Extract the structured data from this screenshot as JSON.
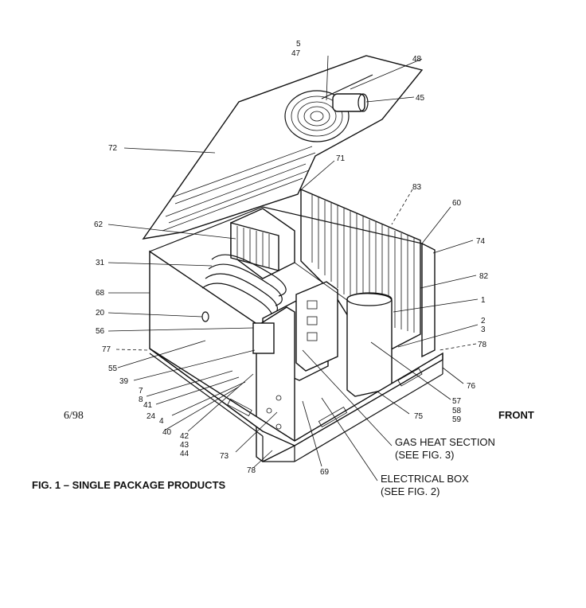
{
  "figure": {
    "caption": "FIG. 1 – SINGLE PACKAGE PRODUCTS",
    "date_code": "6/98",
    "front_label": "FRONT",
    "section_labels": {
      "gas_heat_line1": "GAS HEAT SECTION",
      "gas_heat_line2": "(SEE FIG. 3)",
      "electrical_line1": "ELECTRICAL BOX",
      "electrical_line2": "(SEE FIG. 2)"
    }
  },
  "callouts": {
    "c5": "5",
    "c47": "47",
    "c48": "48",
    "c45": "45",
    "c72": "72",
    "c71": "71",
    "c83": "83",
    "c60": "60",
    "c62": "62",
    "c74": "74",
    "c31": "31",
    "c68": "68",
    "c82": "82",
    "c20": "20",
    "c1": "1",
    "c56": "56",
    "c2": "2",
    "c3": "3",
    "c78a": "78",
    "c77": "77",
    "c55": "55",
    "c39": "39",
    "c76": "76",
    "c7": "7",
    "c8": "8",
    "c41": "41",
    "c24": "24",
    "c4": "4",
    "c40": "40",
    "c57": "57",
    "c58": "58",
    "c59": "59",
    "c75": "75",
    "c42": "42",
    "c43": "43",
    "c44": "44",
    "c73": "73",
    "c78b": "78",
    "c69": "69"
  }
}
